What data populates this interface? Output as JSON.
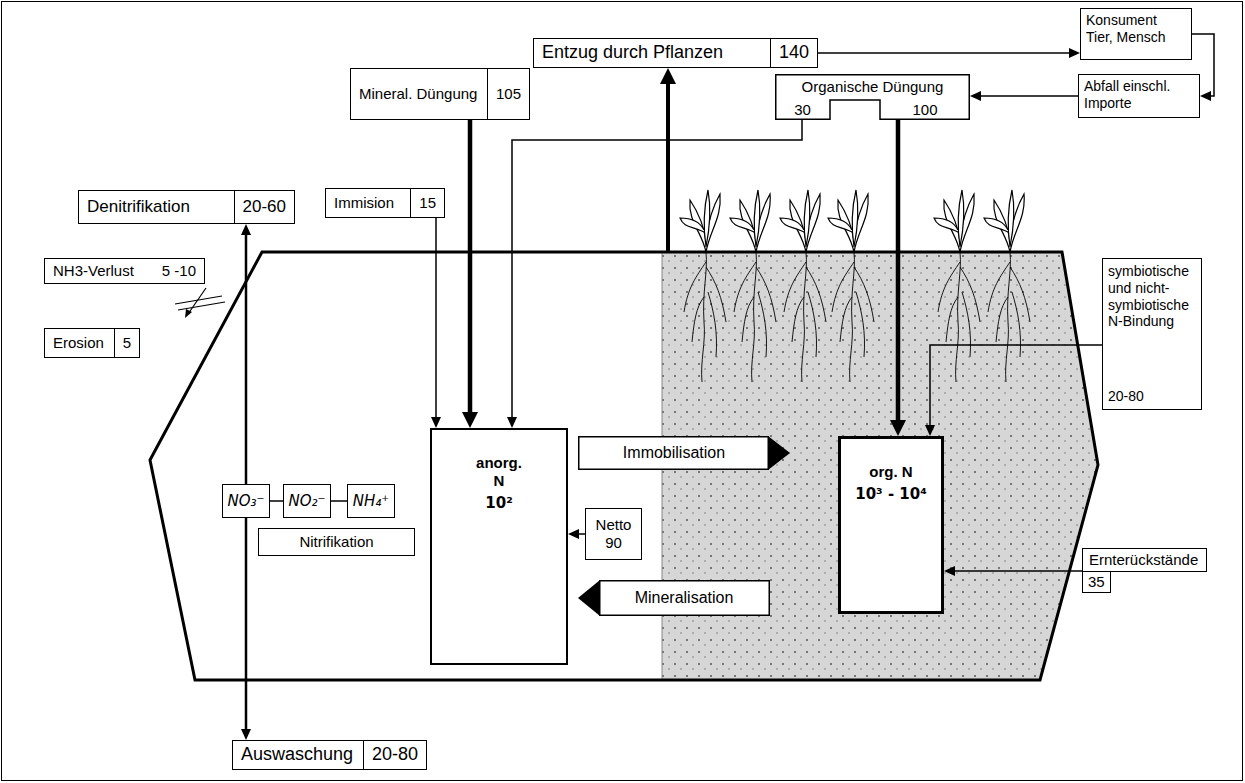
{
  "diagram": {
    "nodes": [
      {
        "text": [
          "Konsument Tier, Mensch"
        ]
      },
      {
        "text": [
          "Entzug durch Pflanzen",
          "140"
        ]
      },
      {
        "text": [
          "Mineral. Düngung",
          "105"
        ]
      },
      {
        "text": [
          "Organische Düngung",
          "30",
          "100"
        ]
      },
      {
        "text": [
          "Abfall einschl. Importe"
        ]
      },
      {
        "text": [
          "Denitrifikation",
          "20-60"
        ]
      },
      {
        "text": [
          "Immision",
          "15"
        ]
      },
      {
        "text": [
          "NH3-Verlust",
          "5 -10"
        ]
      },
      {
        "text": [
          "symbiotische und nicht-symbiotische N-Bindung",
          "20-80"
        ]
      },
      {
        "text": [
          "Erosion",
          "5"
        ]
      },
      {
        "text": [
          "anorg. N",
          "10²"
        ]
      },
      {
        "text": [
          "Immobilisation"
        ]
      },
      {
        "text": [
          "org. N",
          "10³ - 10⁴"
        ]
      },
      {
        "text": [
          "NO₃⁻"
        ]
      },
      {
        "text": [
          "NO₂⁻"
        ]
      },
      {
        "text": [
          "NH₄⁺"
        ]
      },
      {
        "text": [
          "Netto",
          "90"
        ]
      },
      {
        "text": [
          "Nitrifikation"
        ]
      },
      {
        "text": [
          "Ernterückstände",
          "35"
        ]
      },
      {
        "text": [
          "Mineralisation"
        ]
      },
      {
        "text": [
          "Auswaschung",
          "20-80"
        ]
      }
    ],
    "edges": [
      {
        "from": 1,
        "to": 0,
        "arrow": "to"
      },
      {
        "from": 0,
        "to": 4,
        "arrow": "to"
      },
      {
        "from": 4,
        "to": 3,
        "arrow": "to"
      },
      {
        "from": 2,
        "to": 10,
        "arrow": "to"
      },
      {
        "from": 6,
        "to": 10,
        "arrow": "to"
      },
      {
        "from": 3,
        "to": 10,
        "arrow": "to"
      },
      {
        "from": 3,
        "to": 12,
        "arrow": "to"
      },
      {
        "from": 8,
        "to": 12,
        "arrow": "to"
      },
      {
        "from": 18,
        "to": 12,
        "arrow": "to"
      },
      {
        "from": 16,
        "to": 10,
        "arrow": "to"
      },
      {
        "from": 13,
        "to": 5,
        "arrow": "to"
      },
      {
        "from": 13,
        "to": 20,
        "arrow": "to"
      },
      {
        "from": 13,
        "to": 14,
        "arrow": "none"
      },
      {
        "from": 14,
        "to": 15,
        "arrow": "none"
      }
    ]
  }
}
